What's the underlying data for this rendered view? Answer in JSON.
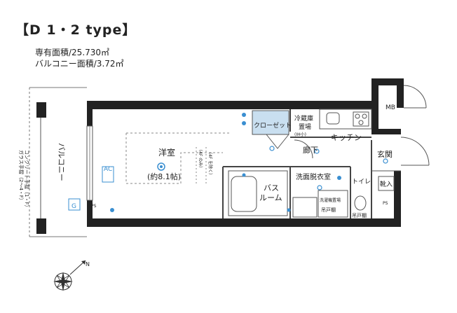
{
  "header": {
    "title": "【D 1・2 type】",
    "private_area": "専有面積/25.730㎡",
    "balcony_area": "バルコニー面積/3.72㎡"
  },
  "rooms": {
    "western_room": "洋室",
    "western_size": "(約8.1帖)",
    "closet": "クローゼット",
    "fridge": "冷蔵庫",
    "fridge_place": "置場",
    "fridge_note": "(IH小)",
    "kitchen": "キッチン",
    "hallway": "廊下",
    "entrance": "玄関",
    "storage": "靴入",
    "washroom": "洗面脱衣室",
    "toilet": "トイレ",
    "bath_line1": "バス",
    "bath_line2": "ルーム",
    "washer": "洗濯機置場",
    "cabinet1": "吊戸棚",
    "cabinet2": "吊戸棚",
    "balcony": "バルコニー",
    "mb": "MB",
    "ac": "AC",
    "g": "G",
    "ps1": "PS",
    "ps2": "PS",
    "railing_line1": "コンクリート手摺（1・F）",
    "railing_line2": "ガラス手摺（2〜4・F）",
    "floor_note1": "（4F のみ）",
    "floor_note2": "（4F を除く）"
  },
  "compass": {
    "north": "N"
  },
  "colors": {
    "wall": "#222222",
    "closet_fill": "#c9dff0",
    "fixture_blue": "#3a8fd1",
    "line": "#555555"
  }
}
